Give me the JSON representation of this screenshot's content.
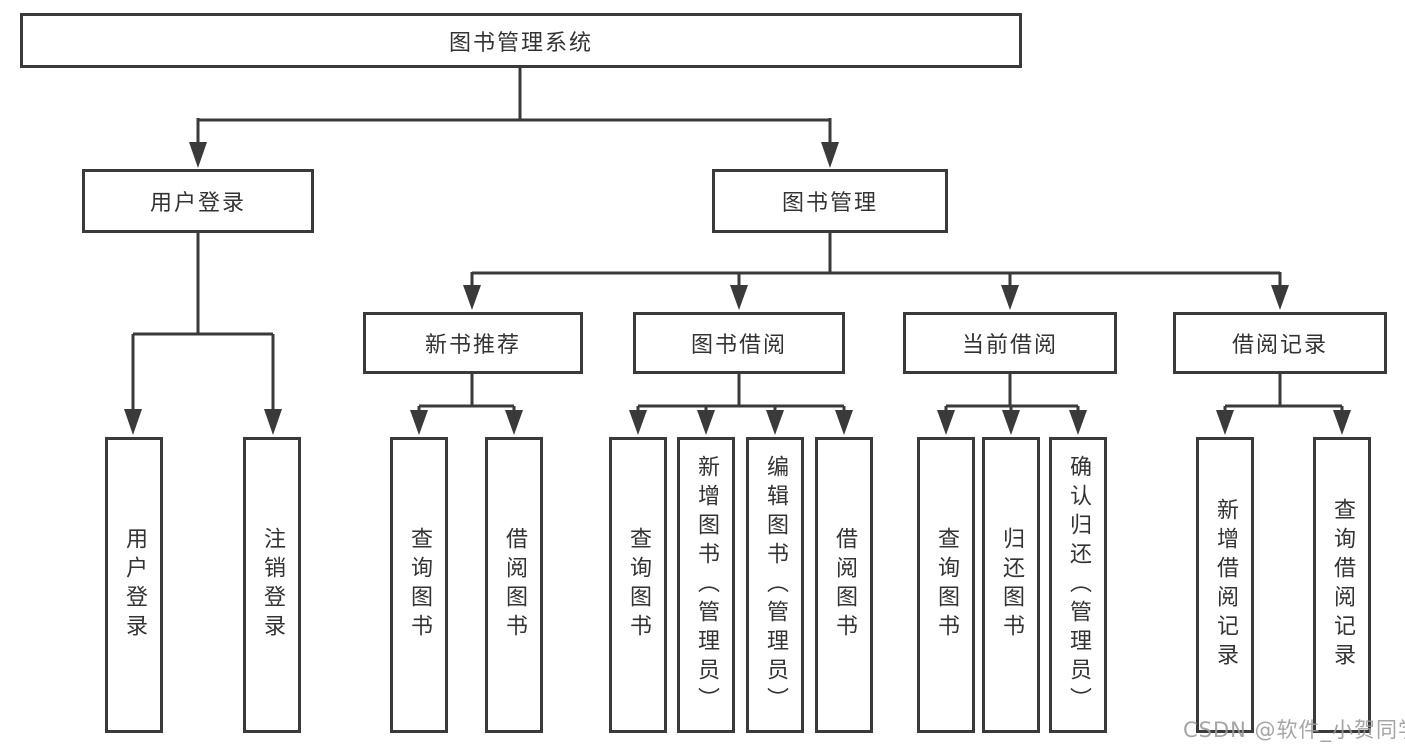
{
  "tree": {
    "root": {
      "label": "图书管理系统",
      "children": [
        {
          "label": "用户登录",
          "children": [
            {
              "label": "用户登录"
            },
            {
              "label": "注销登录"
            }
          ]
        },
        {
          "label": "图书管理",
          "children": [
            {
              "label": "新书推荐",
              "children": [
                {
                  "label": "查询图书"
                },
                {
                  "label": "借阅图书"
                }
              ]
            },
            {
              "label": "图书借阅",
              "children": [
                {
                  "label": "查询图书"
                },
                {
                  "label": "新增图书（管理员）"
                },
                {
                  "label": "编辑图书（管理员）"
                },
                {
                  "label": "借阅图书"
                }
              ]
            },
            {
              "label": "当前借阅",
              "children": [
                {
                  "label": "查询图书"
                },
                {
                  "label": "归还图书"
                },
                {
                  "label": "确认归还（管理员）"
                }
              ]
            },
            {
              "label": "借阅记录",
              "children": [
                {
                  "label": "新增借阅记录"
                },
                {
                  "label": "查询借阅记录"
                }
              ]
            }
          ]
        }
      ]
    }
  },
  "watermark": "CSDN @软件_小贺同学",
  "colors": {
    "line": "#3a3a3a",
    "text": "#333333",
    "watermark_text": "#9c9c9c",
    "background": "#ffffff"
  }
}
